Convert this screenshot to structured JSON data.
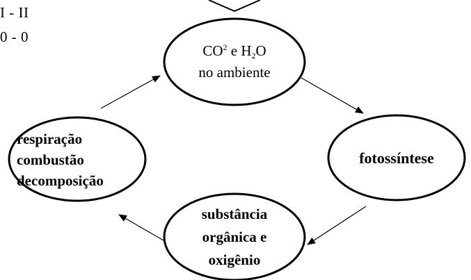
{
  "corner_labels": [
    "I - II",
    "0 - 0"
  ],
  "nodes": {
    "top": {
      "line1": {
        "co": "CO",
        "co_exp": "2",
        "mid": " e H",
        "h_sub": "2",
        "end": "O"
      },
      "line2": "no ambiente"
    },
    "right": {
      "lines": [
        "fotossíntese"
      ]
    },
    "bottom": {
      "lines": [
        "substância",
        "orgânica e",
        "oxigênio"
      ]
    },
    "left": {
      "lines": [
        "respiração",
        "combustão",
        "decomposição"
      ]
    }
  },
  "colors": {
    "stroke": "#000000",
    "background": "#ffffff"
  }
}
